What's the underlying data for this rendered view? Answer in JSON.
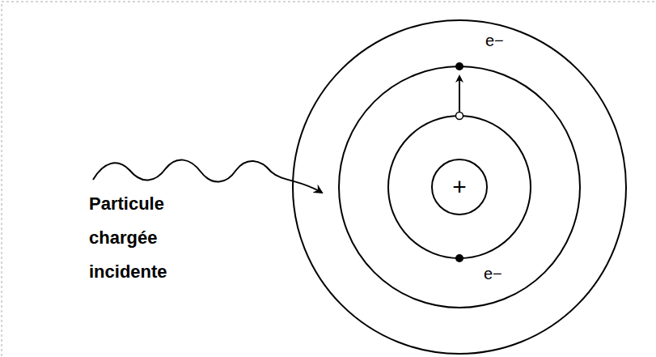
{
  "diagram": {
    "nodes": [
      {
        "text": [
          "+"
        ]
      }
    ],
    "labels": [
      "e−",
      "e−",
      "Particule chargée incidente"
    ]
  }
}
